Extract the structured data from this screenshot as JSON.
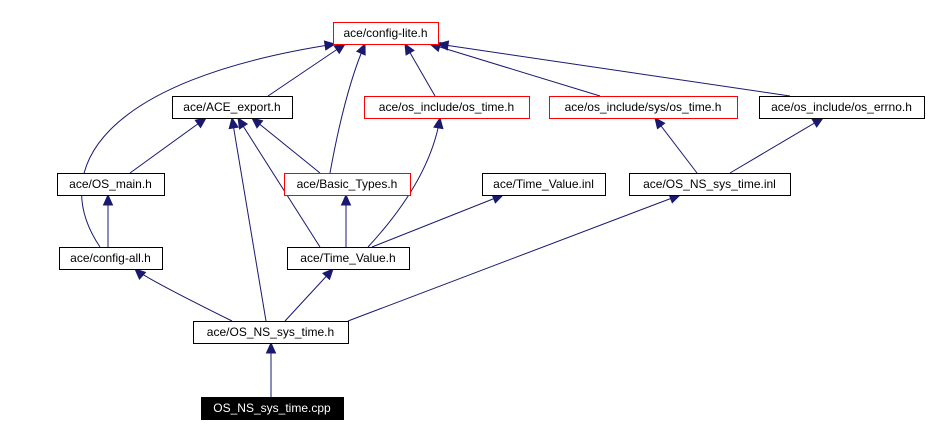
{
  "colors": {
    "edge": "#191970",
    "border_default": "#000000",
    "border_highlight": "#ff0000",
    "root_fill": "#000000",
    "root_text": "#ffffff",
    "node_fill": "#ffffff",
    "node_text": "#000000"
  },
  "nodes": [
    {
      "id": "config_lite",
      "label": "ace/config-lite.h",
      "style": "red"
    },
    {
      "id": "ace_export",
      "label": "ace/ACE_export.h",
      "style": "normal"
    },
    {
      "id": "os_time",
      "label": "ace/os_include/os_time.h",
      "style": "red"
    },
    {
      "id": "sys_os_time",
      "label": "ace/os_include/sys/os_time.h",
      "style": "red"
    },
    {
      "id": "os_errno",
      "label": "ace/os_include/os_errno.h",
      "style": "normal"
    },
    {
      "id": "os_main",
      "label": "ace/OS_main.h",
      "style": "normal"
    },
    {
      "id": "basic_types",
      "label": "ace/Basic_Types.h",
      "style": "red"
    },
    {
      "id": "time_value_inl",
      "label": "ace/Time_Value.inl",
      "style": "normal"
    },
    {
      "id": "os_ns_sys_time_inl",
      "label": "ace/OS_NS_sys_time.inl",
      "style": "normal"
    },
    {
      "id": "config_all",
      "label": "ace/config-all.h",
      "style": "normal"
    },
    {
      "id": "time_value_h",
      "label": "ace/Time_Value.h",
      "style": "normal"
    },
    {
      "id": "os_ns_sys_time_h",
      "label": "ace/OS_NS_sys_time.h",
      "style": "normal"
    },
    {
      "id": "root",
      "label": "OS_NS_sys_time.cpp",
      "style": "root"
    }
  ],
  "edges": [
    {
      "from": "root",
      "to": "os_ns_sys_time_h"
    },
    {
      "from": "os_ns_sys_time_h",
      "to": "config_all"
    },
    {
      "from": "os_ns_sys_time_h",
      "to": "ace_export"
    },
    {
      "from": "os_ns_sys_time_h",
      "to": "time_value_h"
    },
    {
      "from": "os_ns_sys_time_h",
      "to": "os_ns_sys_time_inl"
    },
    {
      "from": "config_all",
      "to": "config_lite"
    },
    {
      "from": "config_all",
      "to": "os_main"
    },
    {
      "from": "os_main",
      "to": "ace_export"
    },
    {
      "from": "ace_export",
      "to": "config_lite"
    },
    {
      "from": "basic_types",
      "to": "config_lite"
    },
    {
      "from": "basic_types",
      "to": "ace_export"
    },
    {
      "from": "time_value_h",
      "to": "ace_export"
    },
    {
      "from": "time_value_h",
      "to": "basic_types"
    },
    {
      "from": "time_value_h",
      "to": "os_time"
    },
    {
      "from": "time_value_h",
      "to": "time_value_inl"
    },
    {
      "from": "os_time",
      "to": "config_lite"
    },
    {
      "from": "sys_os_time",
      "to": "config_lite"
    },
    {
      "from": "os_errno",
      "to": "config_lite"
    },
    {
      "from": "os_ns_sys_time_inl",
      "to": "sys_os_time"
    },
    {
      "from": "os_ns_sys_time_inl",
      "to": "os_errno"
    }
  ]
}
